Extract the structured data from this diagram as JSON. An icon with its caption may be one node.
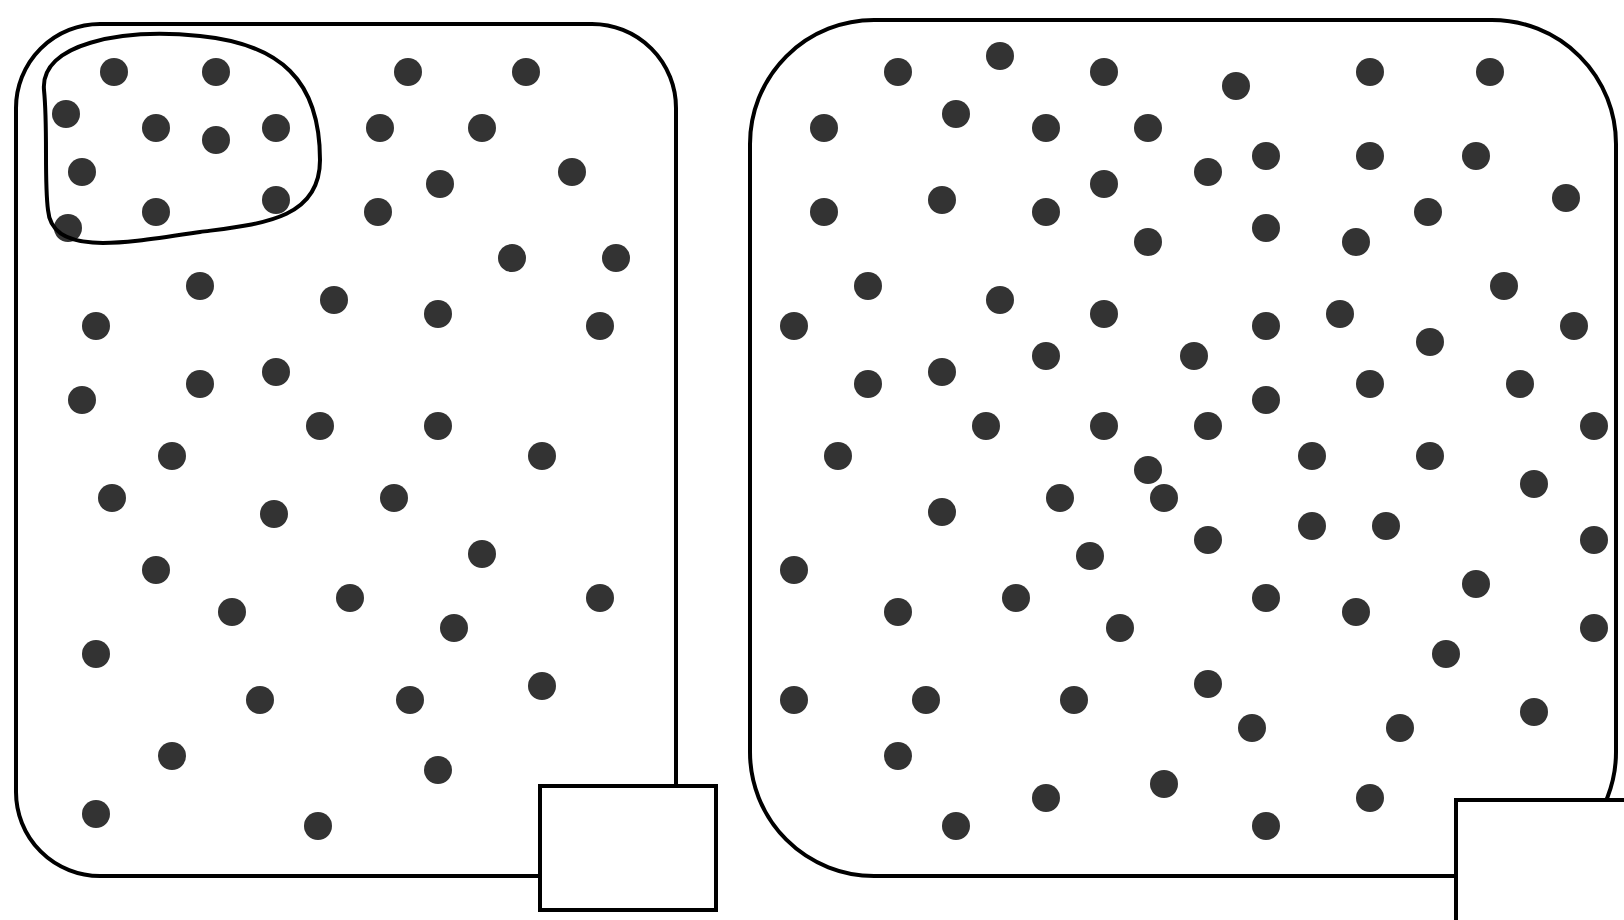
{
  "diagram": {
    "nodes": [
      {
        "text": [],
        "shape": "box"
      },
      {
        "text": [],
        "shape": "box",
        "in": 0
      },
      {
        "text": [],
        "shape": "box"
      },
      {
        "text": [],
        "shape": "box"
      },
      {
        "text": [],
        "shape": "box"
      }
    ]
  }
}
